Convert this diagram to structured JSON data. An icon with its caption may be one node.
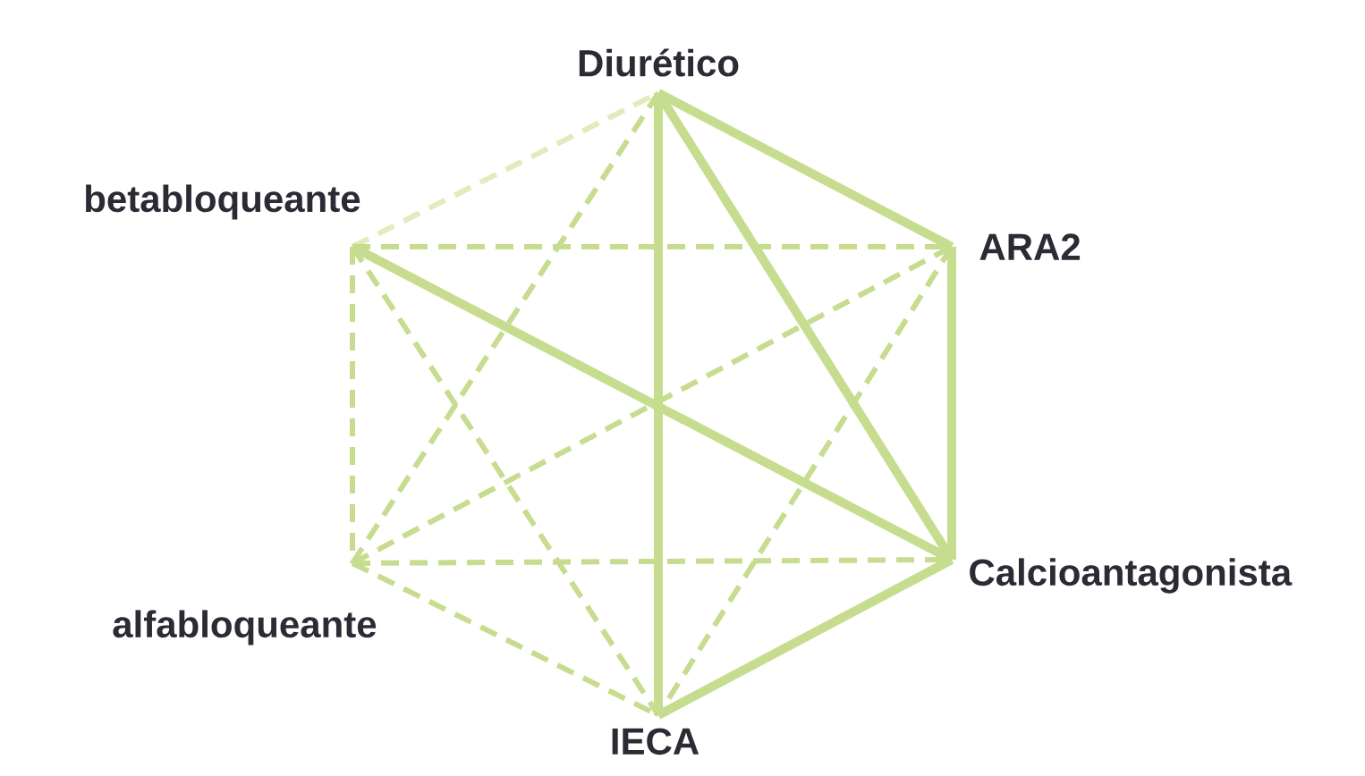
{
  "diagram": {
    "nodes": [
      {
        "text": [
          "Diurético"
        ]
      },
      {
        "text": [
          "ARA2"
        ]
      },
      {
        "text": [
          "Calcioantagonista"
        ]
      },
      {
        "text": [
          "IECA"
        ]
      },
      {
        "text": [
          "alfabloqueante"
        ]
      },
      {
        "text": [
          "betabloqueante"
        ]
      }
    ],
    "edges": [
      {
        "from": 5,
        "to": 0,
        "arrow": "none",
        "style": "dashed",
        "color": "#e1ebbd"
      },
      {
        "from": 0,
        "to": 1,
        "arrow": "none"
      },
      {
        "from": 0,
        "to": 2,
        "arrow": "none"
      },
      {
        "from": 0,
        "to": 3,
        "arrow": "none"
      },
      {
        "from": 1,
        "to": 2,
        "arrow": "none"
      },
      {
        "from": 2,
        "to": 3,
        "arrow": "none"
      },
      {
        "from": 5,
        "to": 2,
        "arrow": "none"
      },
      {
        "from": 5,
        "to": 1,
        "arrow": "none",
        "style": "dashed"
      },
      {
        "from": 5,
        "to": 4,
        "arrow": "none",
        "style": "dashed"
      },
      {
        "from": 5,
        "to": 3,
        "arrow": "none",
        "style": "dashed"
      },
      {
        "from": 4,
        "to": 0,
        "arrow": "none",
        "style": "dashed"
      },
      {
        "from": 4,
        "to": 1,
        "arrow": "none",
        "style": "dashed"
      },
      {
        "from": 4,
        "to": 2,
        "arrow": "none",
        "style": "dashed"
      },
      {
        "from": 4,
        "to": 3,
        "arrow": "none",
        "style": "dashed"
      },
      {
        "from": 1,
        "to": 3,
        "arrow": "none",
        "style": "dashed"
      }
    ]
  }
}
